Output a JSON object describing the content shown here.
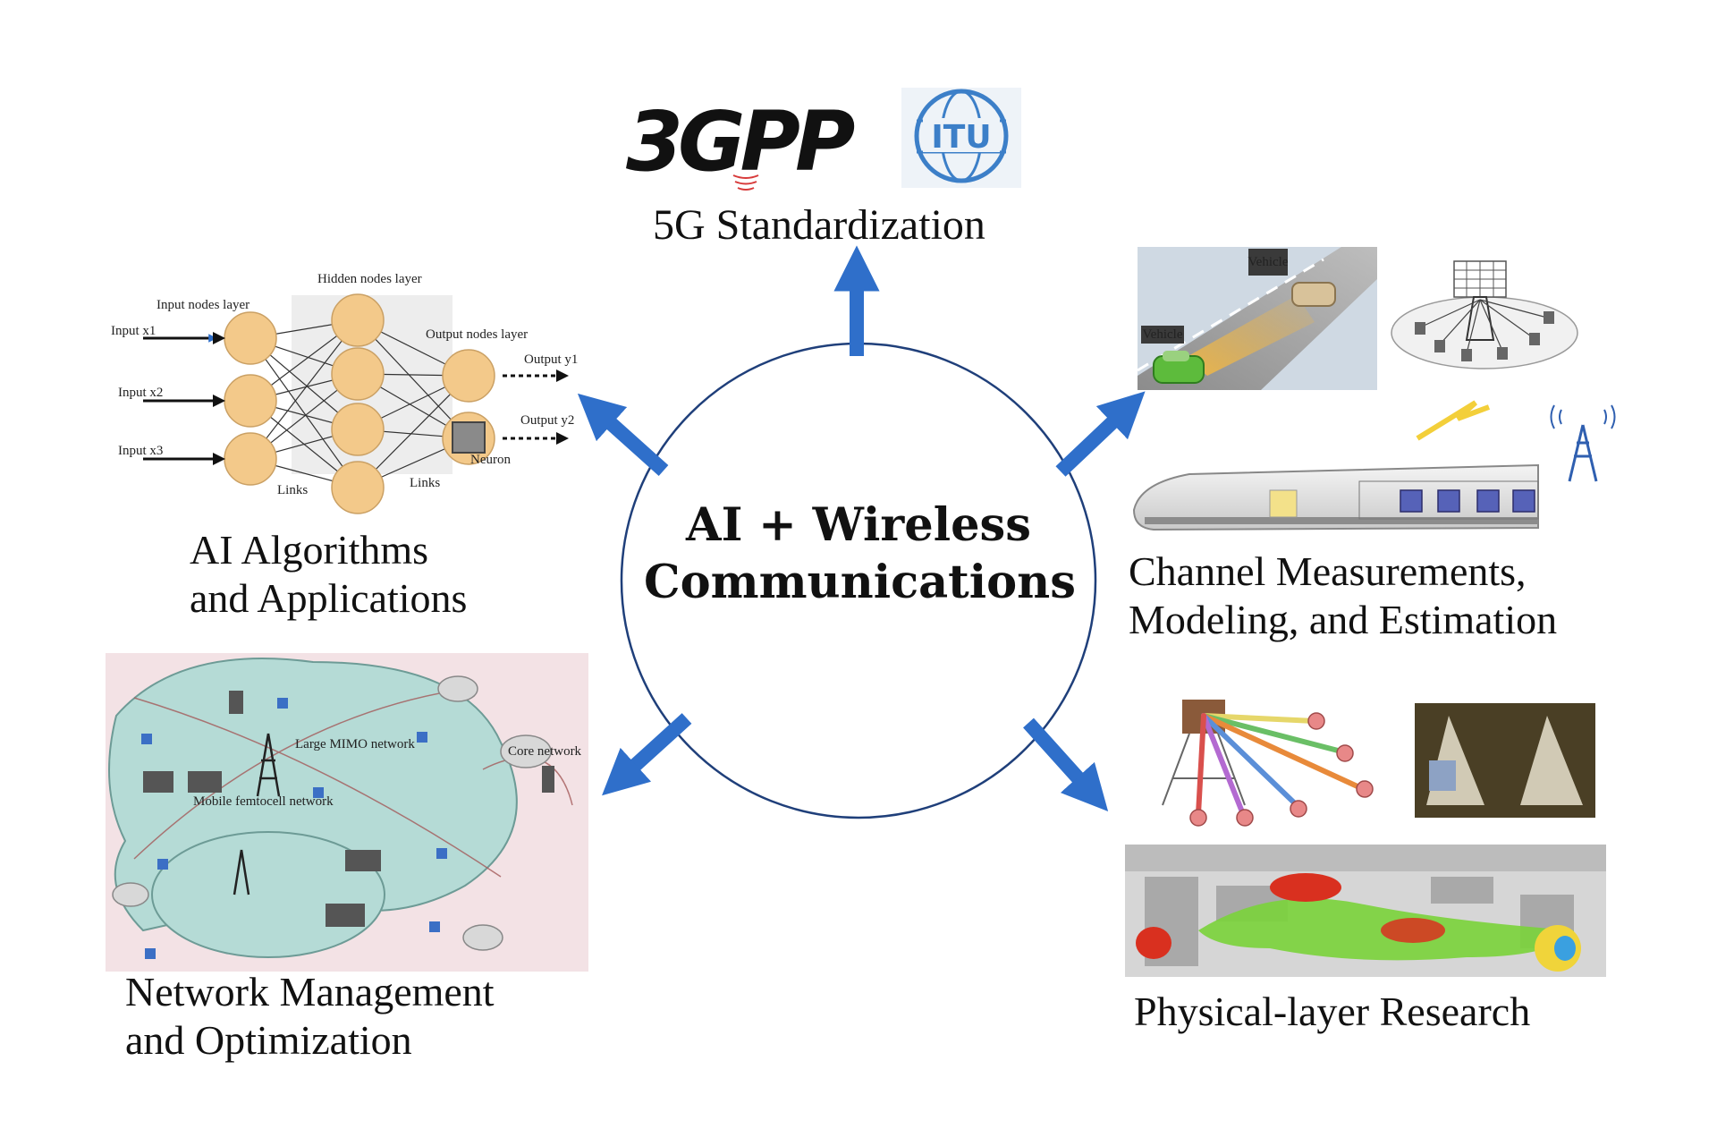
{
  "diagram": {
    "center": {
      "line1": "AI + Wireless",
      "line2": "Communications"
    },
    "topics": [
      {
        "id": "standardization",
        "lines": [
          "5G Standardization"
        ]
      },
      {
        "id": "ai",
        "lines": [
          "AI Algorithms",
          "and Applications"
        ]
      },
      {
        "id": "channel",
        "lines": [
          "Channel Measurements,",
          "Modeling, and Estimation"
        ]
      },
      {
        "id": "network",
        "lines": [
          "Network Management",
          "and Optimization"
        ]
      },
      {
        "id": "physical",
        "lines": [
          "Physical-layer Research"
        ]
      }
    ],
    "logos": {
      "left": "3GPP",
      "right": "ITU"
    },
    "nn_figure": {
      "input_layer": "Input nodes layer",
      "hidden_layer": "Hidden nodes layer",
      "output_layer": "Output nodes layer",
      "inputs": [
        "Input x1",
        "Input x2",
        "Input x3"
      ],
      "outputs": [
        "Output y1",
        "Output y2"
      ],
      "links": "Links",
      "neuron": "Neuron"
    },
    "channel_figure": {
      "tag1": "Vehicle",
      "tag2": "Vehicle"
    },
    "network_figure": {
      "label1": "Large MIMO network",
      "label2": "Mobile femtocell network",
      "label3": "Core network"
    },
    "colors": {
      "arrow": "#2f6fca",
      "circle": "#1f3f7a",
      "neuron": "#f3c98a",
      "network_bg": "#f3e2e5",
      "network_area": "#b5dbd6"
    },
    "icons": [
      "arrow-up-icon",
      "arrow-up-left-icon",
      "arrow-up-right-icon",
      "arrow-down-left-icon",
      "arrow-down-right-icon",
      "tower-icon",
      "car-icon",
      "train-icon"
    ]
  }
}
